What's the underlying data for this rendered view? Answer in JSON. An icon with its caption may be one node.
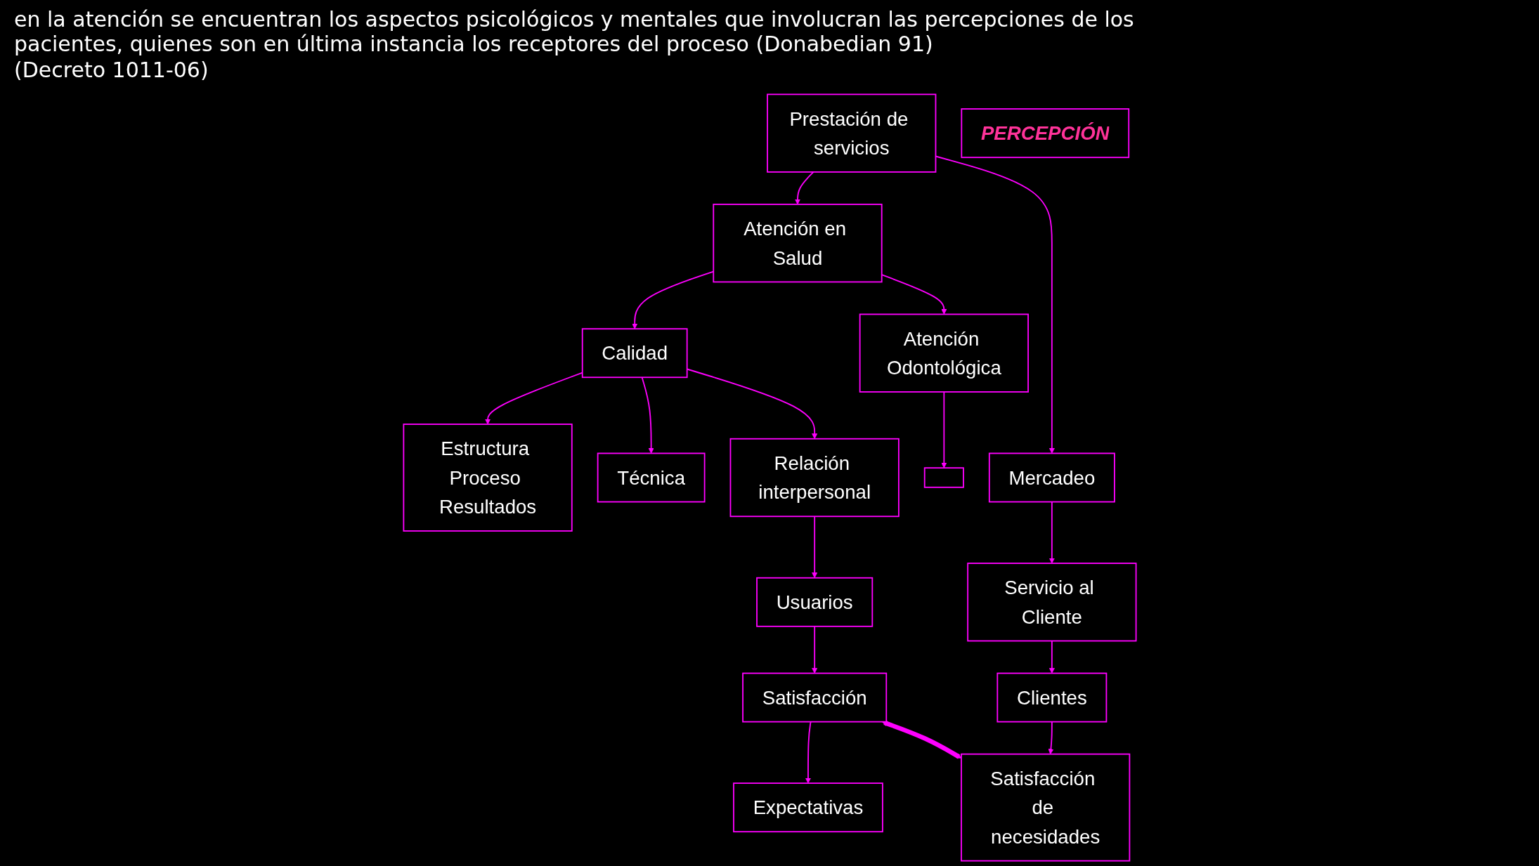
{
  "diagram": {
    "nodes": [
      {
        "text": [
          "Prestación de servicios"
        ]
      },
      {
        "text": [
          "Atención en Salud"
        ]
      },
      {
        "text": [
          "Calidad"
        ]
      },
      {
        "text": [
          "Estructura Proceso Resultados"
        ]
      },
      {
        "text": [
          "Atención Odontológica"
        ]
      },
      {
        "text": [
          "Mercadeo"
        ]
      },
      {
        "text": [
          "Técnica"
        ]
      },
      {
        "text": [
          "Relación interpersonal"
        ]
      },
      {
        "text": [],
        "shape": "box"
      },
      {
        "text": [
          "Servicio al Cliente"
        ]
      },
      {
        "text": [
          "Usuarios"
        ]
      },
      {
        "text": [
          "Clientes"
        ]
      },
      {
        "text": [
          "Satisfacción"
        ]
      },
      {
        "text": [
          "Satisfacción de necesidades"
        ]
      },
      {
        "text": [
          "Expectativas"
        ]
      },
      {
        "text": [
          "PERCEPCIÓN"
        ]
      }
    ],
    "edges": [
      {
        "from": 0,
        "to": 1,
        "arrow": "to"
      },
      {
        "from": 0,
        "to": 5,
        "arrow": "to"
      },
      {
        "from": 1,
        "to": 2,
        "arrow": "to"
      },
      {
        "from": 1,
        "to": 4,
        "arrow": "to"
      },
      {
        "from": 2,
        "to": 3,
        "arrow": "to"
      },
      {
        "from": 2,
        "to": 6,
        "arrow": "to"
      },
      {
        "from": 2,
        "to": 7,
        "arrow": "to"
      },
      {
        "from": 4,
        "to": 8,
        "arrow": "to"
      },
      {
        "from": 5,
        "to": 9,
        "arrow": "to"
      },
      {
        "from": 7,
        "to": 10,
        "arrow": "to"
      },
      {
        "from": 10,
        "to": 12,
        "arrow": "to"
      },
      {
        "from": 9,
        "to": 11,
        "arrow": "to"
      },
      {
        "from": 11,
        "to": 13,
        "arrow": "to"
      },
      {
        "from": 12,
        "to": 14,
        "arrow": "to"
      },
      {
        "from": 12,
        "to": 13,
        "arrow": "both",
        "style": "thick"
      }
    ],
    "labels": [
      "en la atención se encuentran los aspectos psicológicos y mentales que involucran las percepciones de los pacientes, quienes son en última instancia los receptores del proceso (Donabedian 91)",
      "(Decreto 1011-06)"
    ]
  }
}
